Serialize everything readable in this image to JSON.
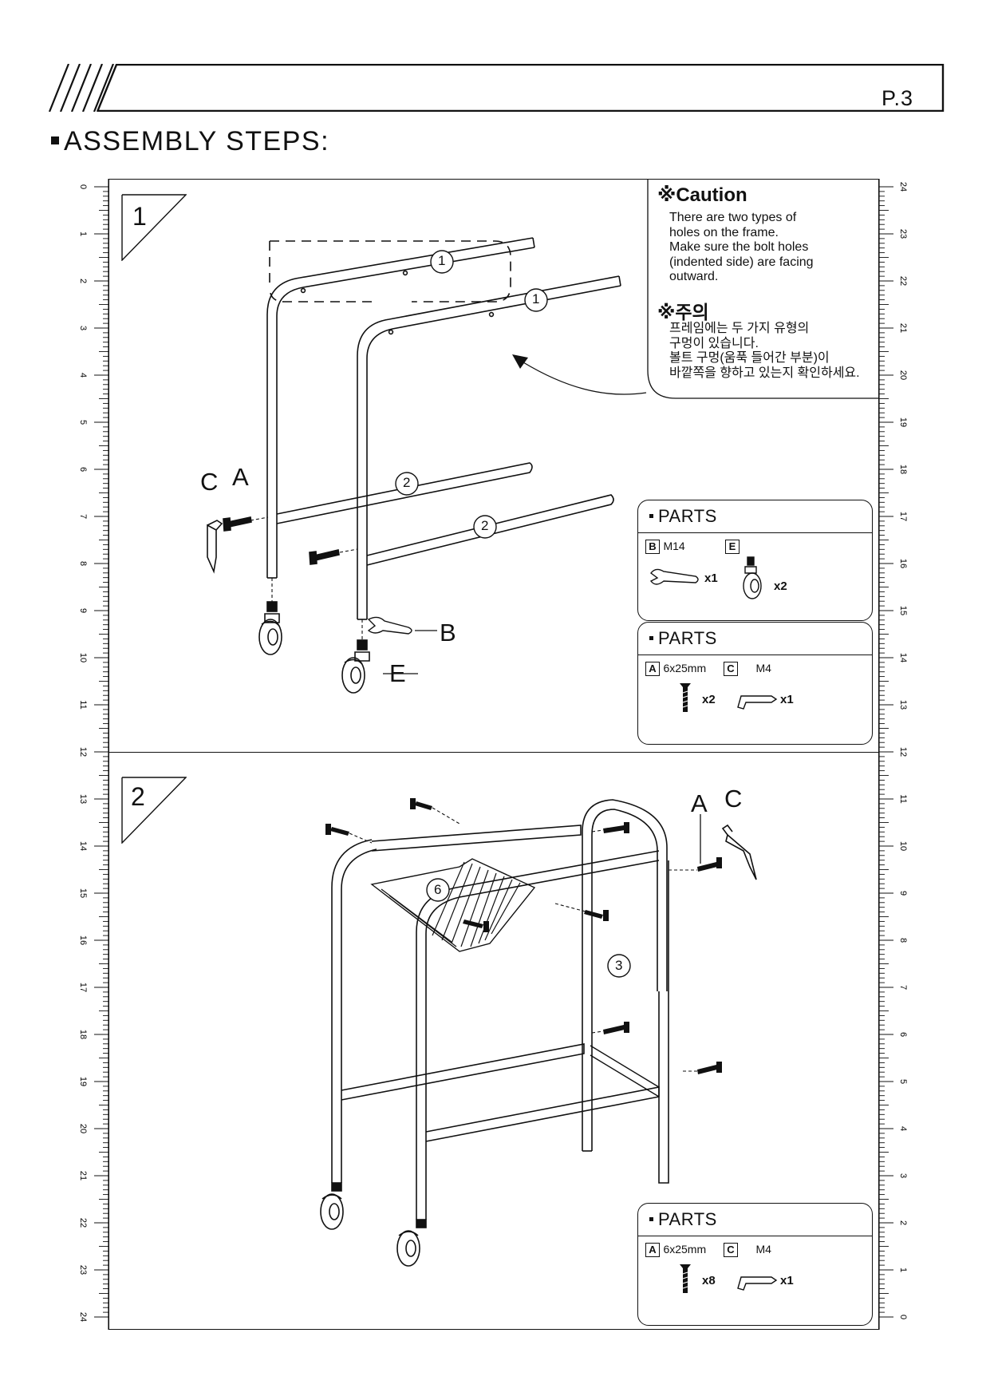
{
  "header": {
    "page_number": "P.3",
    "section_title": "ASSEMBLY STEPS:"
  },
  "ruler": {
    "left_ticks": [
      "0",
      "1",
      "2",
      "3",
      "4",
      "5",
      "6",
      "7",
      "8",
      "9",
      "10",
      "11",
      "12",
      "13",
      "14",
      "15",
      "16",
      "17",
      "18",
      "19",
      "20",
      "21",
      "22",
      "23",
      "24"
    ],
    "right_ticks": [
      "24",
      "23",
      "22",
      "21",
      "20",
      "19",
      "18",
      "17",
      "16",
      "15",
      "14",
      "13",
      "12",
      "11",
      "10",
      "9",
      "8",
      "7",
      "6",
      "5",
      "4",
      "3",
      "2",
      "1",
      "0"
    ]
  },
  "step1": {
    "number": "1",
    "caution": {
      "title": "※Caution",
      "lines": [
        "There are two types of",
        "holes on the frame.",
        "Make sure the bolt holes",
        "(indented side) are facing",
        "outward."
      ],
      "ko_title": "※주의",
      "ko_lines": [
        "프레임에는 두 가지 유형의",
        "구멍이 있습니다.",
        "볼트 구멍(움푹 들어간 부분)이",
        "바깥쪽을 향하고 있는지 확인하세요."
      ]
    },
    "callouts": {
      "c": "C",
      "a": "A",
      "b": "B",
      "e": "E"
    },
    "part_numbers": {
      "top_rail": "1",
      "lower_rail": "2"
    },
    "parts_box_1": {
      "title": "PARTS",
      "items": [
        {
          "letter": "B",
          "spec": "M14",
          "qty": "x1",
          "icon": "wrench-icon"
        },
        {
          "letter": "E",
          "spec": "",
          "qty": "x2",
          "icon": "caster-wheel-icon"
        }
      ]
    },
    "parts_box_2": {
      "title": "PARTS",
      "items": [
        {
          "letter": "A",
          "spec": "6x25mm",
          "qty": "x2",
          "icon": "bolt-icon"
        },
        {
          "letter": "C",
          "spec": "M4",
          "qty": "x1",
          "icon": "hex-key-icon"
        }
      ]
    }
  },
  "step2": {
    "number": "2",
    "callouts": {
      "a": "A",
      "c": "C"
    },
    "part_numbers": {
      "basket": "6",
      "frame": "3"
    },
    "parts_box": {
      "title": "PARTS",
      "items": [
        {
          "letter": "A",
          "spec": "6x25mm",
          "qty": "x8",
          "icon": "bolt-icon"
        },
        {
          "letter": "C",
          "spec": "M4",
          "qty": "x1",
          "icon": "hex-key-icon"
        }
      ]
    }
  }
}
